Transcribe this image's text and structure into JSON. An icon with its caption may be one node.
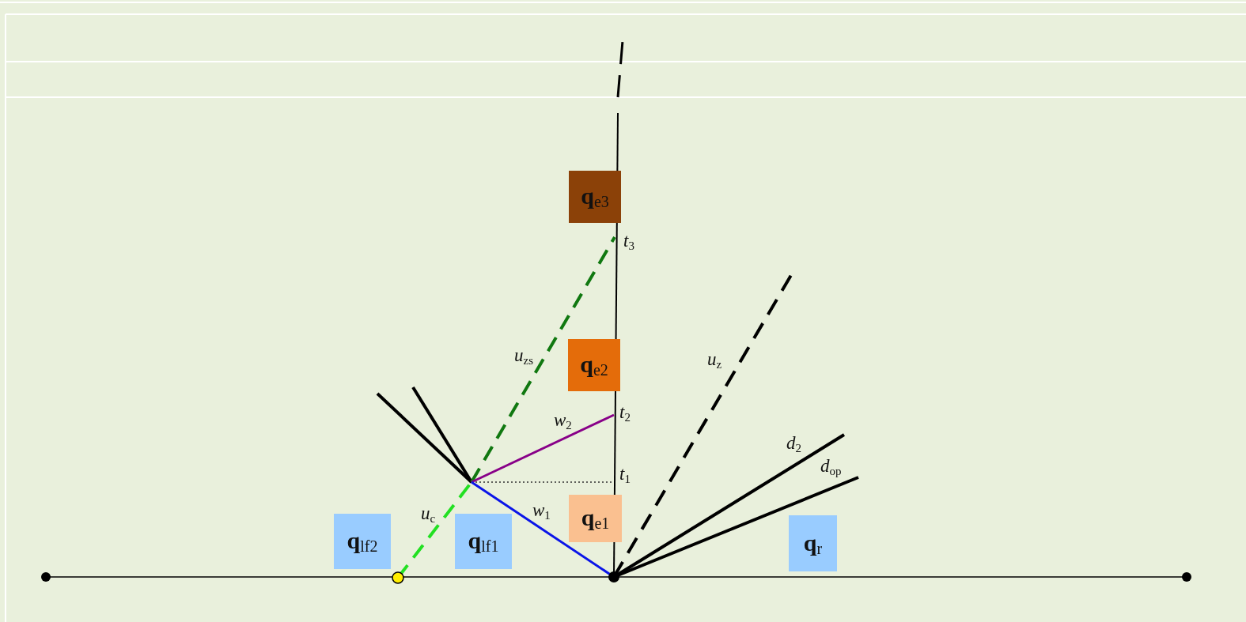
{
  "diagram": {
    "nodes": [
      {
        "text": [
          "**q**$_{e3}$"
        ]
      },
      {
        "text": [
          "**q**$_{e2}$"
        ]
      },
      {
        "text": [
          "**q**$_{e1}$"
        ]
      },
      {
        "text": [
          "**q**$_{lf2}$"
        ]
      },
      {
        "text": [
          "**q**$_{lf1}$"
        ]
      },
      {
        "text": [
          "**q**$_{r}$"
        ]
      }
    ],
    "labels": [
      "*t*$_{3}$",
      "*u*$_{zs}$",
      "*u*$_{z}$",
      "*t*$_{2}$",
      "*w*$_{2}$",
      "*d*$_{2}$",
      "*t*$_{1}$",
      "*d*$_{op}$",
      "*u*$_{c}$",
      "*w*$_{1}$"
    ]
  }
}
